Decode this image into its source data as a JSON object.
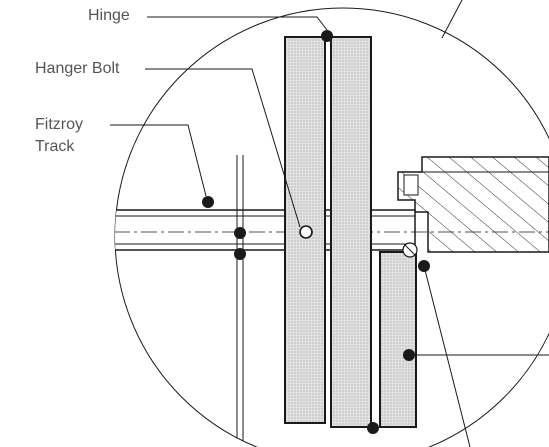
{
  "labels": {
    "hinge": "Hinge",
    "hanger_bolt": "Hanger Bolt",
    "fitzroy_track": "Fitzroy\nTrack"
  },
  "colors": {
    "line": "#1a1a1a",
    "panel_fill": "#d9d9d9",
    "hatch": "#333333",
    "label_text": "#555555"
  }
}
